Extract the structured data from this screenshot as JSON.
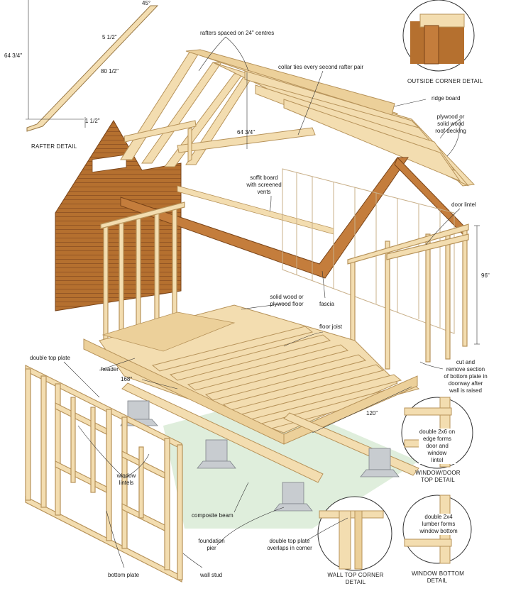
{
  "labels": {
    "rafters_spaced": "rafters spaced on 24\" centres",
    "collar_ties": "collar ties every second rafter pair",
    "ridge_board": "ridge board",
    "plywood_roof_1": "plywood or",
    "plywood_roof_2": "solid wood",
    "plywood_roof_3": "roof decking",
    "soffit_1": "soffit board",
    "soffit_2": "with screened",
    "soffit_3": "vents",
    "door_lintel": "door lintel",
    "solid_floor_1": "solid wood or",
    "solid_floor_2": "plywood floor",
    "fascia": "fascia",
    "floor_joist": "floor joist",
    "double_top_plate": "double top plate",
    "header": "header",
    "cut_1": "cut and",
    "cut_2": "remove section",
    "cut_3": "of bottom plate in",
    "cut_4": "doorway after",
    "cut_5": "wall is raised",
    "window_lintels_1": "window",
    "window_lintels_2": "lintels",
    "composite_beam": "composite beam",
    "foundation_1": "foundation",
    "foundation_2": "pier",
    "double_top_overlap_1": "double top plate",
    "double_top_overlap_2": "overlaps in corner",
    "bottom_plate": "bottom plate",
    "wall_stud": "wall stud",
    "wd_top_1": "double 2x6 on",
    "wd_top_2": "edge forms",
    "wd_top_3": "door and",
    "wd_top_4": "window",
    "wd_top_5": "lintel",
    "wb_1": "double 2x4",
    "wb_2": "lumber forms",
    "wb_3": "window bottom"
  },
  "details": {
    "rafter_detail": "RAFTER DETAIL",
    "outside_corner": "OUTSIDE CORNER DETAIL",
    "window_door_top_1": "WINDOW/DOOR",
    "window_door_top_2": "TOP DETAIL",
    "wall_top_corner_1": "WALL TOP CORNER",
    "wall_top_corner_2": "DETAIL",
    "window_bottom_1": "WINDOW BOTTOM",
    "window_bottom_2": "DETAIL"
  },
  "dimensions": {
    "angle": "45°",
    "rafter_width": "5 1/2\"",
    "rafter_length": "80 1/2\"",
    "rafter_height": "64 3/4\"",
    "rafter_seat": "1 1/2\"",
    "collar_height": "64 3/4\"",
    "wall_height": "96\"",
    "length": "168\"",
    "width": "120\""
  },
  "colors": {
    "wood": "#f3ddb0",
    "wood_edge": "#b7935a",
    "siding": "#b06a30",
    "siding_dark": "#8a4f22",
    "concrete": "#c8ccd0",
    "ground": "#dfeedc",
    "line": "#2a2a2a"
  }
}
